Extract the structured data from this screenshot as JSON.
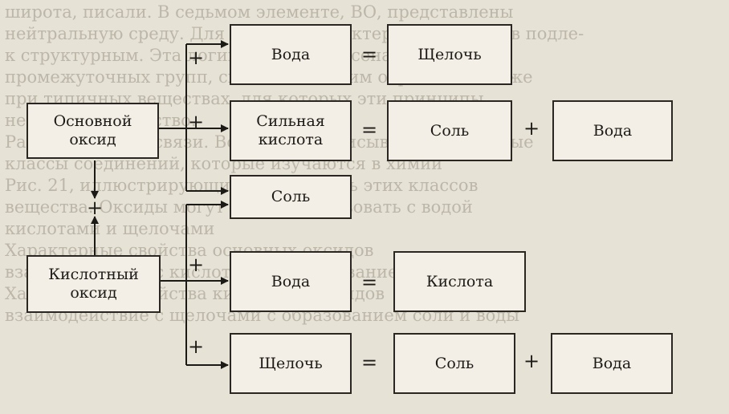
{
  "background_text": [
    "широта, писали. В седьмом элементе, ВО, представлены",
    "нейтральную среду. Для таблицы характерны названия в подле-",
    "к структурным. Эта логика тут перенесена в элементах",
    "промежуточных групп, связанных таким образом, а также",
    "при типичных веществах, для которых эти принципы",
    "неизменны качество.",
    "Рассмотрим эти связи. Всего здесь описываются основные",
    "классы соединений, которые изучаются в химии",
    "Рис. 21, иллюстрирующий взаимосвязь этих классов",
    "вещества. Оксиды могут взаимодействовать с водой",
    "кислотами и щелочами",
    "Характерные свойства основных оксидов",
    "взаимодействие с кислотами с образованием соли",
    "Характерные свойства кислотных оксидов",
    "взаимодействие с щелочами с образованием соли и воды"
  ],
  "boxes": {
    "basic_oxide": "Основной оксид",
    "acidic_oxide": "Кислотный оксид",
    "water_1": "Вода",
    "strong_acid": "Сильная кислота",
    "salt_center": "Соль",
    "water_2": "Вода",
    "alkali_in": "Щелочь",
    "alkali_out": "Щелочь",
    "salt_1": "Соль",
    "acid_out": "Кислота",
    "salt_2": "Соль",
    "water_out_1": "Вода",
    "water_out_2": "Вода"
  },
  "symbols": {
    "plus": "+",
    "equals": "="
  }
}
